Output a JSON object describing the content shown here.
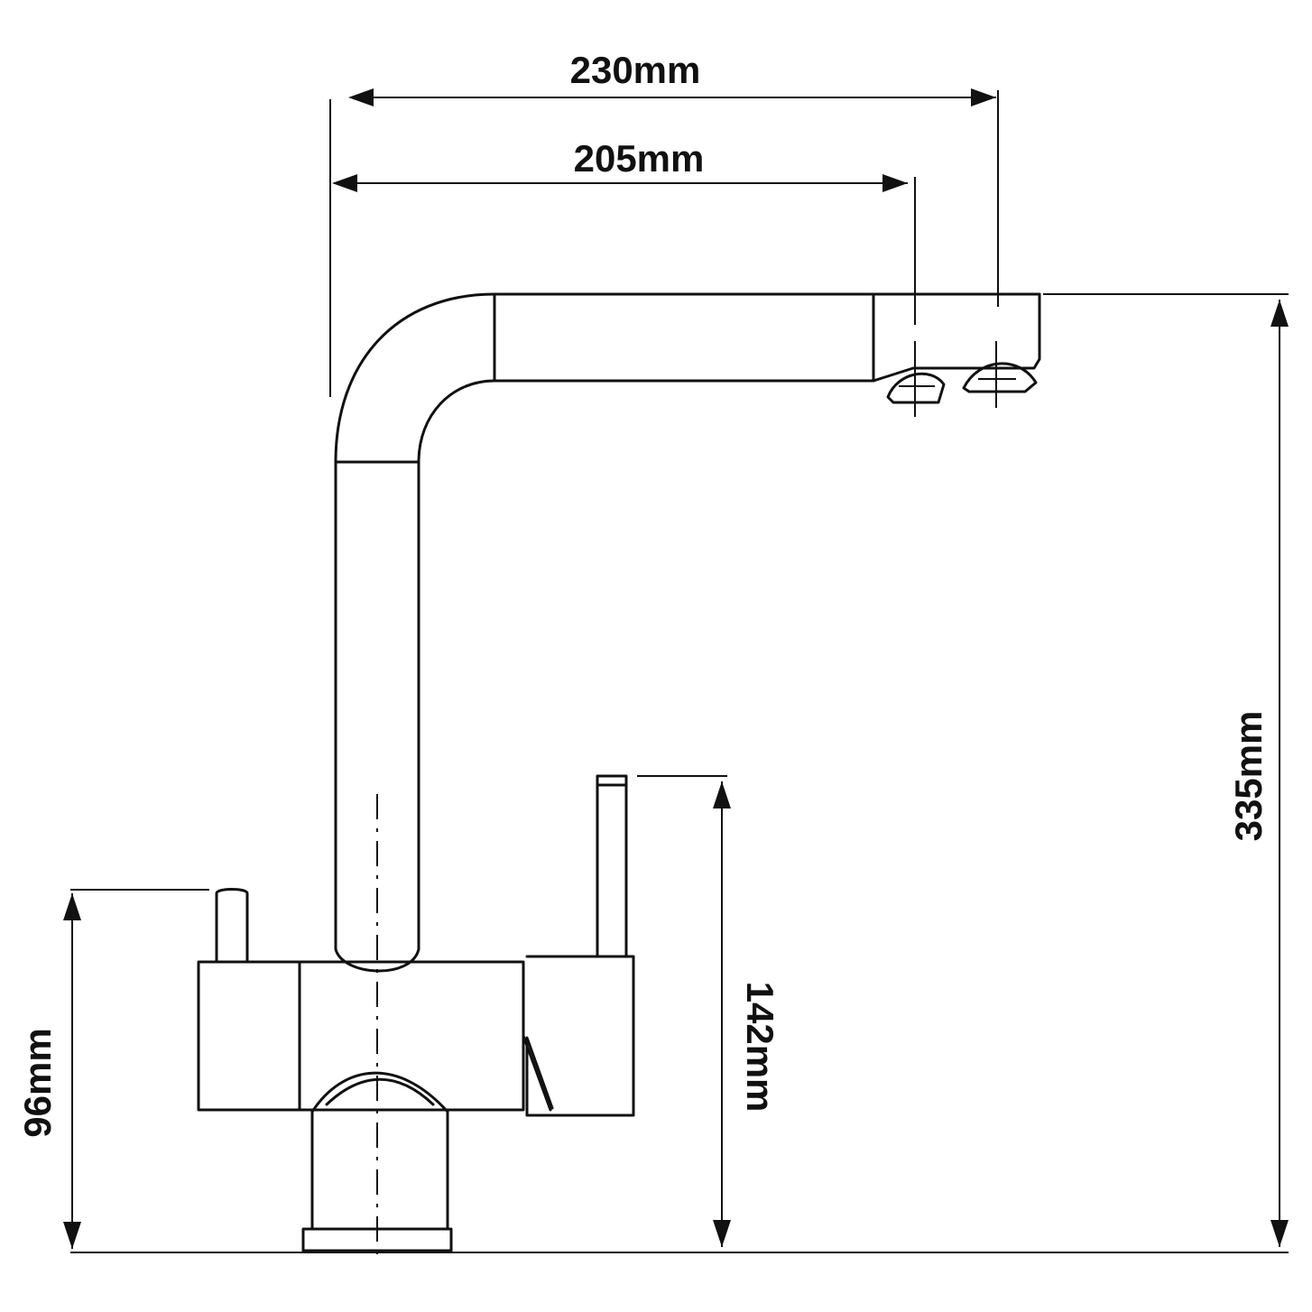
{
  "diagram": {
    "type": "faucet-dimension-drawing",
    "line_color": "#111111",
    "background": "#ffffff"
  },
  "dimensions": {
    "reach_total": "230mm",
    "reach_spout": "205mm",
    "total_height": "335mm",
    "lever_height": "142mm",
    "body_height": "96mm"
  }
}
